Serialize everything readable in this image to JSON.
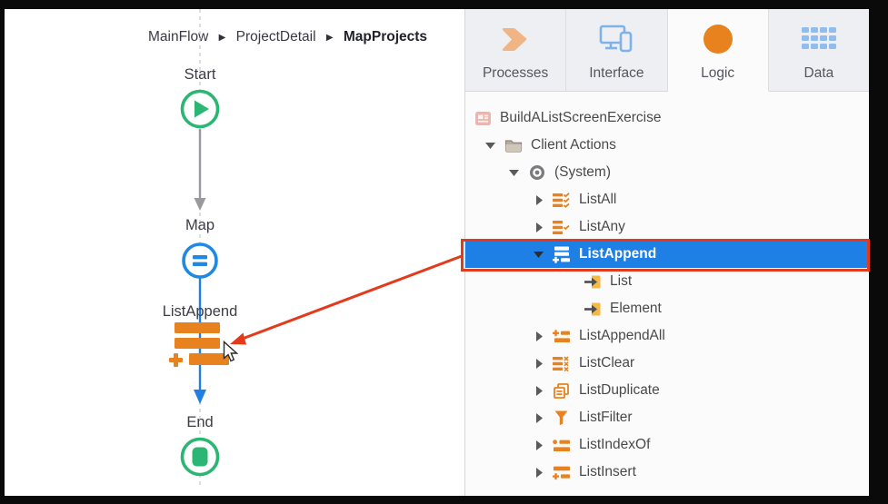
{
  "breadcrumb": {
    "separator": "▶",
    "items": [
      {
        "label": "MainFlow",
        "current": false
      },
      {
        "label": "ProjectDetail",
        "current": false
      },
      {
        "label": "MapProjects",
        "current": true
      }
    ]
  },
  "flow": {
    "nodes": [
      {
        "label": "Start",
        "type": "start",
        "icon": "play-circle-icon"
      },
      {
        "label": "Map",
        "type": "assign",
        "icon": "assign-equals-icon"
      },
      {
        "label": "ListAppend",
        "type": "list-append",
        "icon": "list-append-icon"
      },
      {
        "label": "End",
        "type": "end",
        "icon": "stop-circle-icon"
      }
    ]
  },
  "tabs": {
    "selected": "Logic",
    "items": [
      {
        "label": "Processes",
        "icon": "process-chevron-icon"
      },
      {
        "label": "Interface",
        "icon": "monitor-phone-icon"
      },
      {
        "label": "Logic",
        "icon": "logic-circle-icon"
      },
      {
        "label": "Data",
        "icon": "data-grid-icon"
      }
    ]
  },
  "tree": {
    "items": [
      {
        "label": "BuildAListScreenExercise",
        "icon": "module-icon",
        "level": 0,
        "expander": "none",
        "selected": false
      },
      {
        "label": "Client Actions",
        "icon": "folder-icon",
        "level": 1,
        "expander": "expanded",
        "selected": false
      },
      {
        "label": "(System)",
        "icon": "system-icon",
        "level": 2,
        "expander": "expanded",
        "selected": false
      },
      {
        "label": "ListAll",
        "icon": "list-all-icon",
        "level": 3,
        "expander": "collapsed",
        "selected": false
      },
      {
        "label": "ListAny",
        "icon": "list-any-icon",
        "level": 3,
        "expander": "collapsed",
        "selected": false
      },
      {
        "label": "ListAppend",
        "icon": "list-append-icon",
        "level": 3,
        "expander": "expanded",
        "selected": true
      },
      {
        "label": "List",
        "icon": "input-parameter-icon",
        "level": 4,
        "expander": "none",
        "selected": false
      },
      {
        "label": "Element",
        "icon": "input-parameter-icon",
        "level": 4,
        "expander": "none",
        "selected": false
      },
      {
        "label": "ListAppendAll",
        "icon": "list-append-all-icon",
        "level": 3,
        "expander": "collapsed",
        "selected": false
      },
      {
        "label": "ListClear",
        "icon": "list-clear-icon",
        "level": 3,
        "expander": "collapsed",
        "selected": false
      },
      {
        "label": "ListDuplicate",
        "icon": "list-duplicate-icon",
        "level": 3,
        "expander": "collapsed",
        "selected": false
      },
      {
        "label": "ListFilter",
        "icon": "list-filter-icon",
        "level": 3,
        "expander": "collapsed",
        "selected": false
      },
      {
        "label": "ListIndexOf",
        "icon": "list-index-of-icon",
        "level": 3,
        "expander": "collapsed",
        "selected": false
      },
      {
        "label": "ListInsert",
        "icon": "list-insert-icon",
        "level": 3,
        "expander": "collapsed",
        "selected": false
      }
    ]
  },
  "annotations": {
    "highlight": "red box around ListAppend tree row",
    "arrow": "red arrow from ListAppend tree row to ListAppend flow node"
  },
  "colors": {
    "accent_orange": "#E8821E",
    "light_orange": "#F1B585",
    "icon_blue": "#7FB2E8",
    "selection_blue": "#1E7FE5",
    "flow_blue": "#1E7FE5",
    "green": "#2BB673",
    "annotation_red": "#E33A1C",
    "text_gray": "#4A4A4A"
  }
}
